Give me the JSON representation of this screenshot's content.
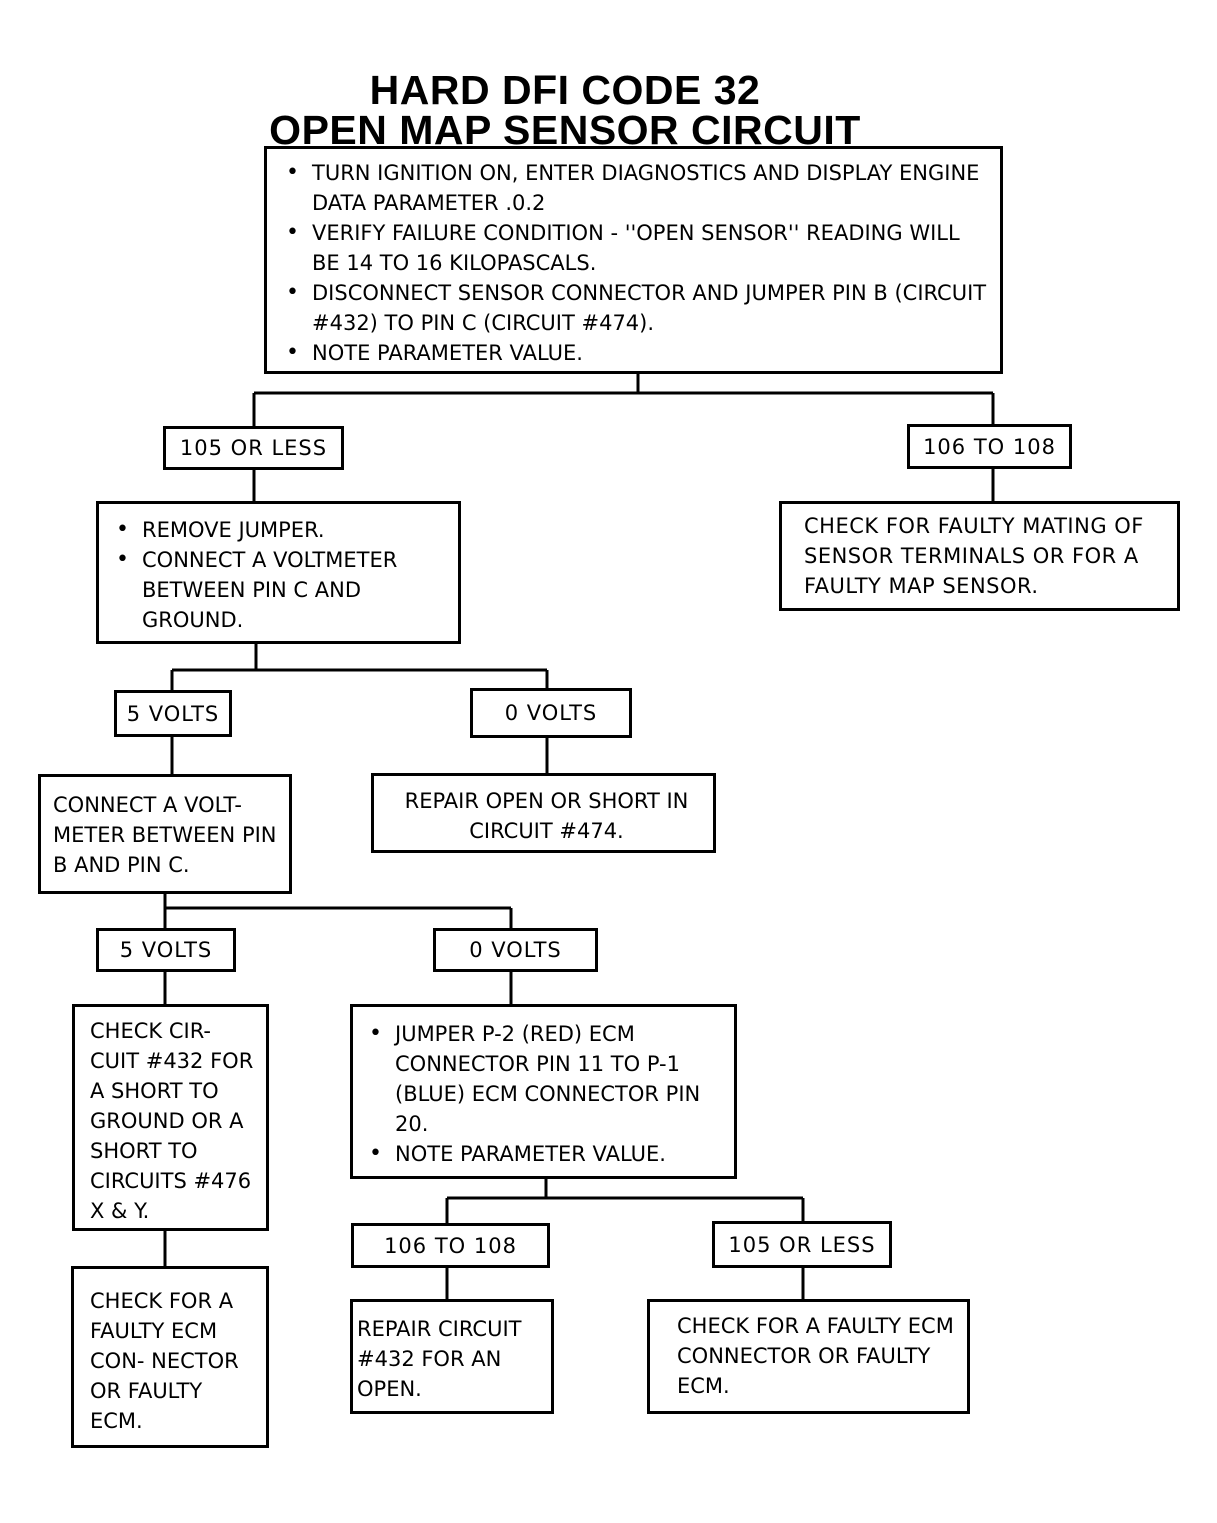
{
  "title": {
    "line1": "HARD DFI CODE 32",
    "line2": "OPEN MAP SENSOR CIRCUIT"
  },
  "nodes": {
    "start": {
      "bullets": [
        "TURN IGNITION ON, ENTER DIAGNOSTICS AND DISPLAY ENGINE DATA PARAMETER .0.2",
        "VERIFY FAILURE CONDITION - ''OPEN SENSOR'' READING WILL BE 14 TO 16 KILOPASCALS.",
        "DISCONNECT SENSOR CONNECTOR AND JUMPER PIN B (CIRCUIT #432) TO PIN C (CIRCUIT #474).",
        "NOTE PARAMETER VALUE."
      ]
    },
    "label_105_less_1": "105 OR LESS",
    "label_106_108_1": "106 TO 108",
    "check_mating": "CHECK FOR FAULTY MATING OF SENSOR TERMINALS OR FOR A FAULTY MAP SENSOR.",
    "remove_jumper": {
      "bullets": [
        "REMOVE JUMPER.",
        "CONNECT A VOLTMETER BETWEEN PIN C AND GROUND."
      ]
    },
    "label_5v_1": "5 VOLTS",
    "label_0v_1": "0 VOLTS",
    "repair_474": "REPAIR OPEN OR SHORT IN CIRCUIT #474.",
    "connect_voltmeter": "CONNECT A VOLT- METER BETWEEN PIN B AND PIN C.",
    "label_5v_2": "5 VOLTS",
    "label_0v_2": "0 VOLTS",
    "check_432": "CHECK CIR- CUIT #432 FOR A SHORT TO GROUND OR A SHORT TO CIRCUITS #476 X & Y.",
    "jumper_p2": {
      "bullets": [
        "JUMPER P-2 (RED) ECM CONNECTOR PIN 11 TO P-1 (BLUE) ECM CONNECTOR PIN 20.",
        "NOTE PARAMETER VALUE."
      ]
    },
    "check_ecm_left": "CHECK FOR A FAULTY ECM CON- NECTOR OR FAULTY ECM.",
    "label_106_108_2": "106 TO 108",
    "label_105_less_2": "105 OR LESS",
    "repair_432": "REPAIR CIRCUIT #432 FOR AN OPEN.",
    "check_ecm_right": "CHECK FOR A FAULTY ECM CONNECTOR OR FAULTY ECM."
  }
}
